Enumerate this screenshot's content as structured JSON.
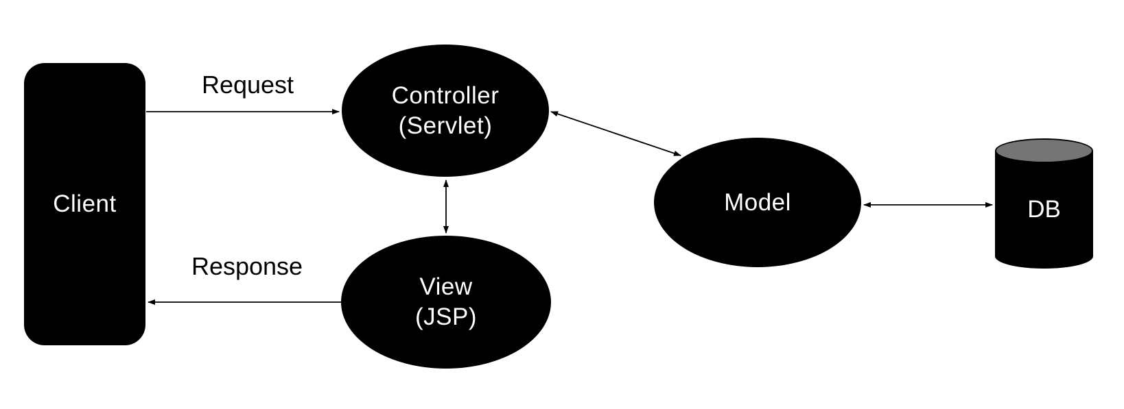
{
  "diagram": {
    "type": "architecture-flow",
    "background": "#ffffff"
  },
  "nodes": {
    "client": {
      "label": "Client",
      "shape": "rounded-rectangle",
      "fill": "#000000",
      "text_color": "#ffffff"
    },
    "controller": {
      "line1": "Controller",
      "line2": "(Servlet)",
      "shape": "ellipse",
      "fill": "#000000",
      "text_color": "#ffffff"
    },
    "view": {
      "line1": "View",
      "line2": "(JSP)",
      "shape": "ellipse",
      "fill": "#000000",
      "text_color": "#ffffff"
    },
    "model": {
      "label": "Model",
      "shape": "ellipse",
      "fill": "#000000",
      "text_color": "#ffffff"
    },
    "db": {
      "label": "DB",
      "shape": "cylinder",
      "fill": "#000000",
      "top_fill": "#757575",
      "text_color": "#ffffff"
    }
  },
  "edges": {
    "request": {
      "label": "Request",
      "from": "client",
      "to": "controller",
      "bidirectional": false
    },
    "response": {
      "label": "Response",
      "from": "view",
      "to": "client",
      "bidirectional": false
    },
    "controller_view": {
      "label": "",
      "from": "controller",
      "to": "view",
      "bidirectional": true
    },
    "controller_model": {
      "label": "",
      "from": "controller",
      "to": "model",
      "bidirectional": true
    },
    "model_db": {
      "label": "",
      "from": "model",
      "to": "db",
      "bidirectional": true
    }
  },
  "colors": {
    "shape_fill": "#000000",
    "shape_text": "#ffffff",
    "edge_stroke": "#000000",
    "edge_label_text": "#000000",
    "db_top_gray": "#757575",
    "background": "#ffffff"
  }
}
